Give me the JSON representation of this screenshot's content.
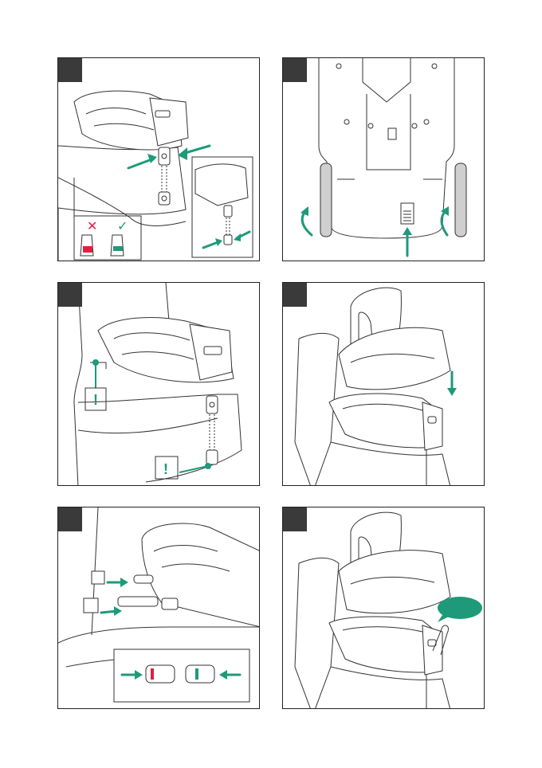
{
  "panels": [
    {
      "id": "panel-1",
      "step": ""
    },
    {
      "id": "panel-2",
      "step": ""
    },
    {
      "id": "panel-3",
      "step": ""
    },
    {
      "id": "panel-4",
      "step": ""
    },
    {
      "id": "panel-5",
      "step": ""
    },
    {
      "id": "panel-6",
      "step": ""
    }
  ],
  "symbols": {
    "incorrect": "✕",
    "correct": "✓",
    "warning": "!"
  },
  "colors": {
    "accent_green": "#1e9a7a",
    "alert_red": "#e02040",
    "badge": "#3a3a3a"
  }
}
